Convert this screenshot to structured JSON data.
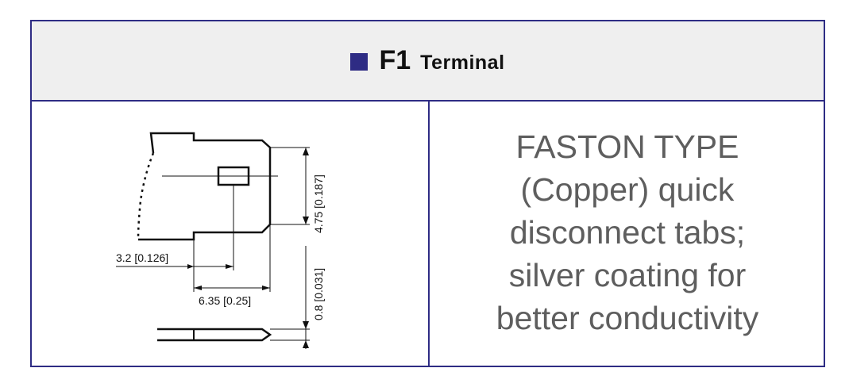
{
  "header": {
    "code": "F1",
    "word": "Terminal",
    "accent_color": "#2e2c84"
  },
  "drawing": {
    "dim_height": "4.75 [0.187]",
    "dim_hole": "3.2 [0.126]",
    "dim_length": "6.35 [0.25]",
    "dim_thickness": "0.8 [0.031]"
  },
  "description": {
    "lines": [
      "FASTON TYPE",
      "(Copper) quick",
      "disconnect tabs;",
      "silver coating for",
      "better conductivity"
    ]
  }
}
